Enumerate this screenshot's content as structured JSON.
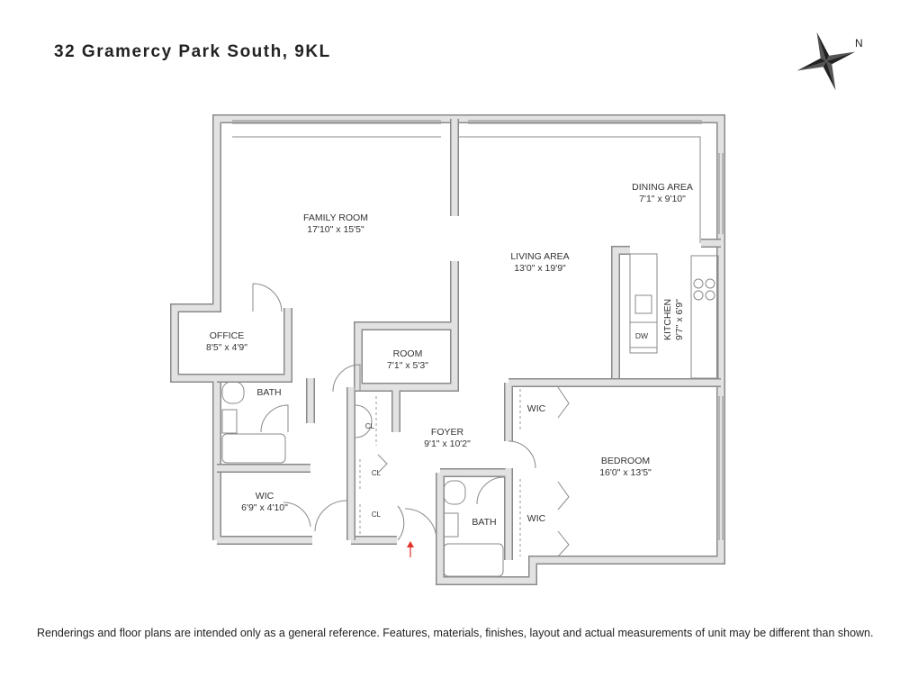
{
  "title": "32 Gramercy Park South, 9KL",
  "compass": {
    "label": "N",
    "icon": "compass-rose-icon"
  },
  "rooms": [
    {
      "id": "family-room",
      "name": "FAMILY ROOM",
      "dims": "17'10\" x 15'5\""
    },
    {
      "id": "living-area",
      "name": "LIVING AREA",
      "dims": "13'0\" x 19'9\""
    },
    {
      "id": "dining-area",
      "name": "DINING AREA",
      "dims": "7'1\" x 9'10\""
    },
    {
      "id": "kitchen",
      "name": "KITCHEN",
      "dims": "9'7\" x 6'9\""
    },
    {
      "id": "office",
      "name": "OFFICE",
      "dims": "8'5\" x 4'9\""
    },
    {
      "id": "room",
      "name": "ROOM",
      "dims": "7'1\" x 5'3\""
    },
    {
      "id": "foyer",
      "name": "FOYER",
      "dims": "9'1\" x 10'2\""
    },
    {
      "id": "bedroom",
      "name": "BEDROOM",
      "dims": "16'0\" x 13'5\""
    },
    {
      "id": "wic-left",
      "name": "WIC",
      "dims": "6'9\" x 4'10\""
    }
  ],
  "fixtures": {
    "bath": "BATH",
    "wic": "WIC",
    "closet": "CL",
    "dishwasher": "DW"
  },
  "accent": "#e0332b",
  "disclaimer": "Renderings and floor plans are intended only as a general reference. Features, materials, finishes, layout and actual measurements of unit may be different than shown."
}
